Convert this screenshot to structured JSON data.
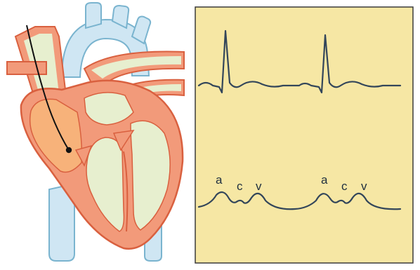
{
  "panel": {
    "background": "#f6e7a4",
    "border": "#3a3a3a",
    "trace_color": "#33465a"
  },
  "heart": {
    "wall_color": "#f29a7a",
    "wall_outline": "#d9603f",
    "chamber_color": "#e7efcf",
    "vessel_color": "#cfe6f3",
    "vessel_outline": "#7ab4cf",
    "highlight_color": "#f7b27a",
    "catheter_color": "#111111"
  },
  "labels": {
    "wave_a_1": "a",
    "wave_c_1": "c",
    "wave_v_1": "v",
    "wave_a_2": "a",
    "wave_c_2": "c",
    "wave_v_2": "v"
  }
}
